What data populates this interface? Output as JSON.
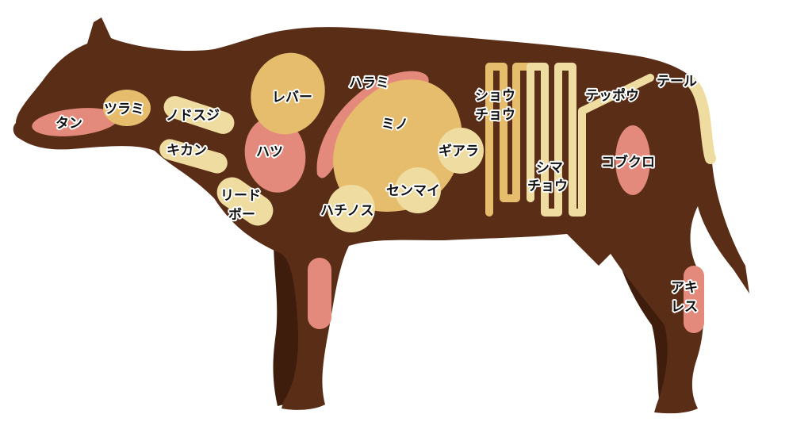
{
  "colors": {
    "background": "#ffffff",
    "body": "#5a2d17",
    "body_dark": "#3f1d0d",
    "pink": "#e38a7c",
    "tan": "#e6bd6c",
    "cream": "#efdca0"
  },
  "labels": {
    "tan": "タン",
    "tsurami": "ツラミ",
    "nodosuji": "ノドスジ",
    "kikan": "キカン",
    "leadbo_1": "リード",
    "leadbo_2": "ボー",
    "liver": "レバー",
    "hatsu": "ハツ",
    "harami": "ハラミ",
    "mino": "ミノ",
    "giara": "ギアラ",
    "senmai": "センマイ",
    "hachinosu": "ハチノス",
    "shouchou_1": "ショウ",
    "shouchou_2": "チョウ",
    "shimachou_1": "シマ",
    "shimachou_2": "チョウ",
    "teppou": "テッポウ",
    "tail": "テール",
    "kobukuro": "コブクロ",
    "achilles_1": "アキ",
    "achilles_2": "レス"
  }
}
